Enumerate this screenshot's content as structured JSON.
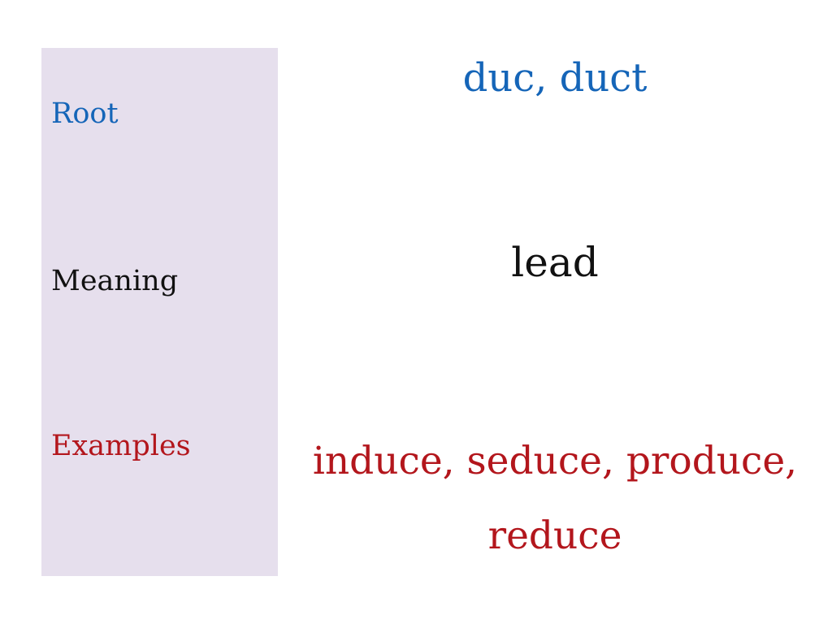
{
  "labels": {
    "root": "Root",
    "meaning": "Meaning",
    "examples": "Examples"
  },
  "values": {
    "root": "duc, duct",
    "meaning": "lead",
    "examples_line1": "induce, seduce, produce,",
    "examples_line2": "reduce"
  },
  "colors": {
    "root": "#1565b8",
    "meaning": "#111111",
    "examples": "#b3161c",
    "panel": "#e6dfed"
  }
}
